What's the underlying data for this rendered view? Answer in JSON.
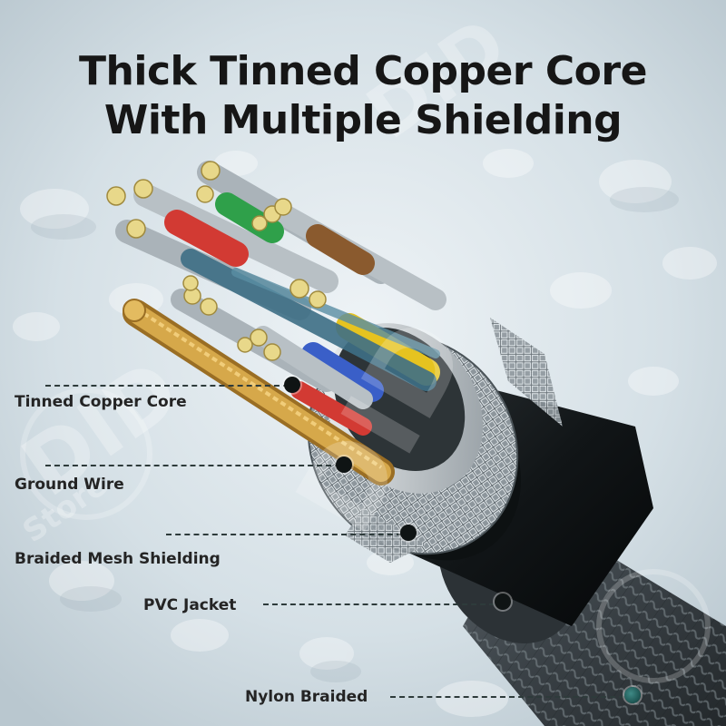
{
  "headline": {
    "line1": "Thick Tinned Copper Core",
    "line2": "With Multiple Shielding"
  },
  "callouts": [
    {
      "id": "tinned-copper-core",
      "label": "Tinned Copper Core"
    },
    {
      "id": "ground-wire",
      "label": "Ground Wire"
    },
    {
      "id": "braided-mesh-shielding",
      "label": "Braided Mesh Shielding"
    },
    {
      "id": "pvc-jacket",
      "label": "PVC Jacket"
    },
    {
      "id": "nylon-braided",
      "label": "Nylon Braided"
    }
  ],
  "watermark": {
    "brand": "DID",
    "sub": "Store"
  },
  "colors": {
    "background": "#d9e4ea",
    "text": "#161616",
    "copper_tinned": "#c8ccd0",
    "ground_wire": "#c89a3c",
    "red_insulation": "#d23a33",
    "green_insulation": "#2fa04a",
    "brown_insulation": "#8a5a2e",
    "yellow_insulation": "#e6c320",
    "blue_insulation": "#3a5fc8",
    "jacket": "#151a1c",
    "nylon_braid": "#3f464b",
    "callout_dot_last": "#1f5e5b"
  }
}
